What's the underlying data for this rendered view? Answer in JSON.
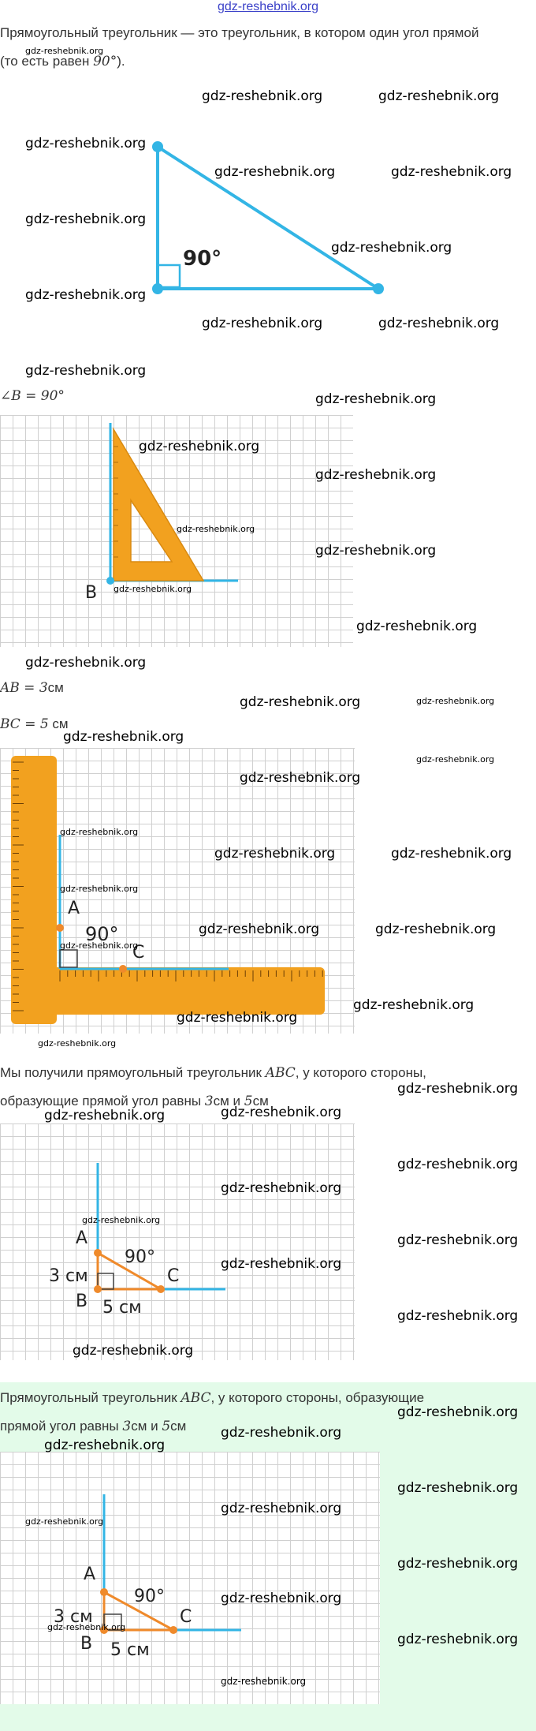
{
  "header": {
    "site_link": "gdz-reshebnik.org"
  },
  "intro": {
    "text": "Прямоугольный треугольник — это треугольник, в котором один угол прямой",
    "text2_prefix": "(то есть равен ",
    "text2_math": "90°",
    "text2_suffix": ")."
  },
  "figure1": {
    "angle_label": "90°"
  },
  "angle_b": "∠B = 90°",
  "figure2": {
    "point_label": "B"
  },
  "measure_ab": "AB = 3",
  "measure_ab_unit": "см",
  "measure_bc": "BC = 5",
  "measure_bc_unit": " см",
  "figure3": {
    "label_a": "A",
    "label_c": "C",
    "angle_label": "90°"
  },
  "result": {
    "line1_prefix": "Мы получили прямоугольный треугольник ",
    "line1_math": "ABC",
    "line1_suffix": ", у которого стороны,",
    "line2_prefix": "образующие прямой угол равны ",
    "line2_math1": "3",
    "line2_mid": "см и ",
    "line2_math2": "5",
    "line2_suffix": "см"
  },
  "figure4": {
    "label_a": "A",
    "label_b": "B",
    "label_c": "C",
    "angle": "90°",
    "side_ab": "3 см",
    "side_bc": "5 см"
  },
  "answer": {
    "line1_prefix": "Прямоугольный треугольник ",
    "line1_math": "ABC",
    "line1_suffix": ", у которого стороны, образующие",
    "line2_prefix": "прямой угол равны ",
    "line2_math1": "3",
    "line2_mid": "см и ",
    "line2_math2": "5",
    "line2_suffix": "см"
  },
  "figure5": {
    "label_a": "A",
    "label_b": "B",
    "label_c": "C",
    "angle": "90°",
    "side_ab": "3 см",
    "side_bc": "5 см"
  },
  "watermark": "gdz-reshebnik.org",
  "colors": {
    "blue": "#33b5e5",
    "orange": "#f2a11f",
    "triangle_orange": "#ef8a2b",
    "green_bg": "#e3fbe9"
  }
}
